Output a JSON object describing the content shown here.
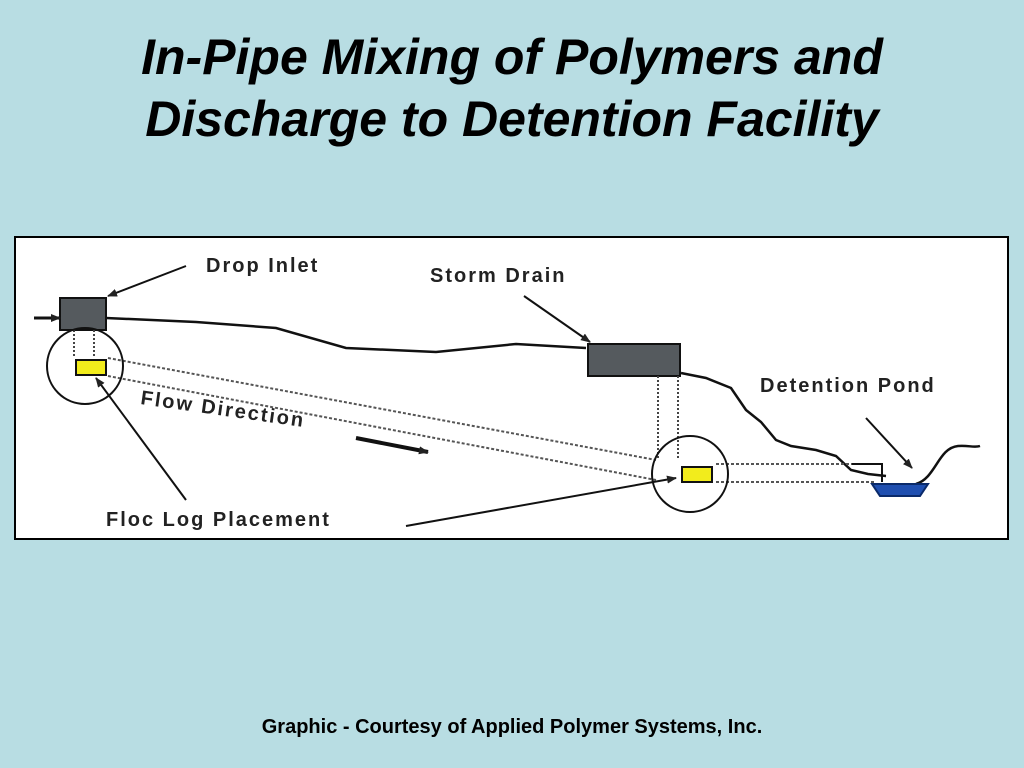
{
  "slide": {
    "title_line1": "In-Pipe Mixing of Polymers and",
    "title_line2": "Discharge to Detention Facility",
    "credit": "Graphic - Courtesy of Applied Polymer Systems, Inc."
  },
  "diagram": {
    "labels": {
      "drop_inlet": "Drop Inlet",
      "storm_drain": "Storm Drain",
      "detention_pond": "Detention Pond",
      "flow_direction": "Flow Direction",
      "floc_log_placement": "Floc Log Placement"
    },
    "colors": {
      "background": "#b8dde3",
      "structure": "#555a5e",
      "floc_log": "#f2ec1c",
      "pond_water": "#1f4fb0"
    }
  }
}
